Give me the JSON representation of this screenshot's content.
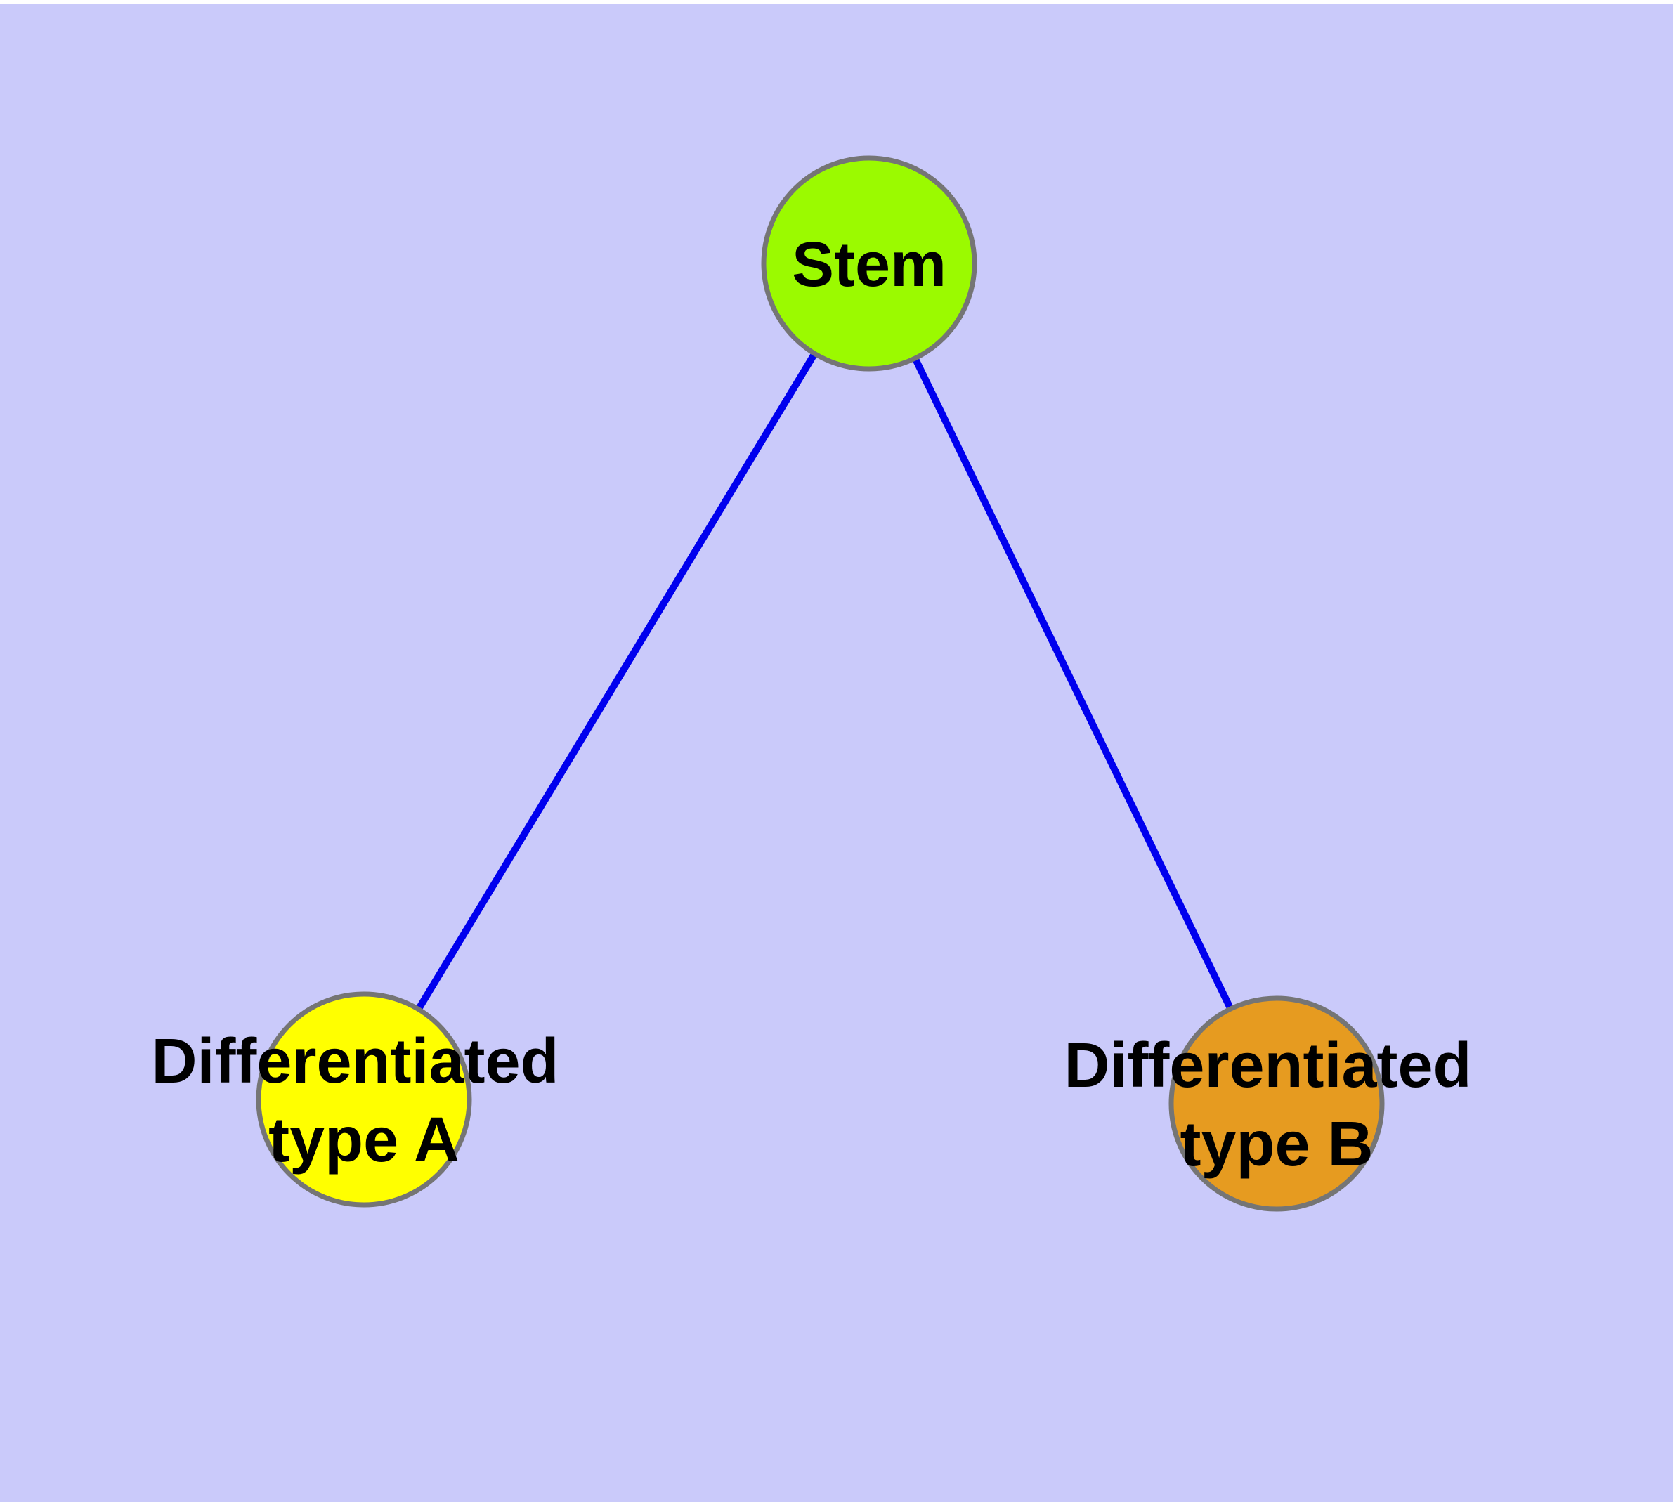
{
  "colors": {
    "page_background": "#ffffff",
    "panel_background": "#cacafa",
    "edge": "#0000ee",
    "node_border": "#757575",
    "label": "#000000"
  },
  "graph": {
    "type": "node-link-diagram",
    "nodes": [
      {
        "id": "stem",
        "label_lines": [
          "Stem"
        ],
        "fill": "#9bfa00"
      },
      {
        "id": "differentiated-type-a",
        "label_lines": [
          "Differentiated",
          "type A"
        ],
        "fill": "#ffff00"
      },
      {
        "id": "differentiated-type-b",
        "label_lines": [
          "Differentiated",
          "type B"
        ],
        "fill": "#e69b20"
      }
    ],
    "edges": [
      {
        "from": "stem",
        "to": "differentiated-type-a"
      },
      {
        "from": "stem",
        "to": "differentiated-type-b"
      }
    ]
  }
}
